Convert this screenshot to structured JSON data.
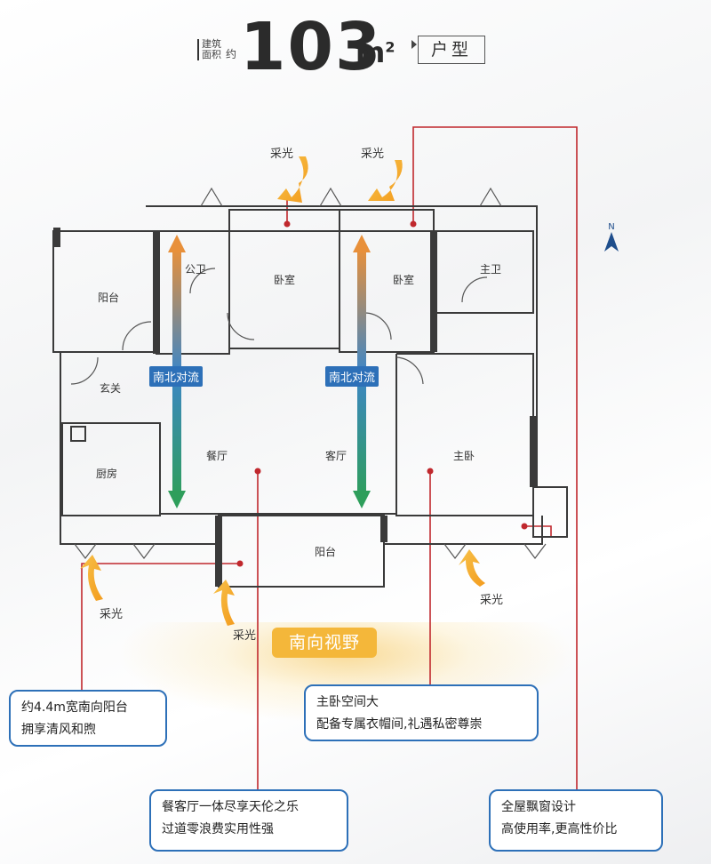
{
  "header": {
    "area_tag": "建筑面积",
    "area_prefix": "约",
    "area_number": "103",
    "area_unit": "m",
    "area_unit_sup": "2",
    "type": "户型"
  },
  "compass": {
    "letter": "N"
  },
  "rooms": {
    "balcony_west": "阳台",
    "public_bath": "公卫",
    "bedroom_2": "卧室",
    "bedroom_3": "卧室",
    "master_bath": "主卫",
    "foyer": "玄关",
    "kitchen": "厨房",
    "dining": "餐厅",
    "living": "客厅",
    "master_bedroom": "主卧",
    "balcony_south": "阳台"
  },
  "lighting": {
    "top_left": "采光",
    "top_right": "采光",
    "bottom_left": "采光",
    "bottom_middle": "采光",
    "bottom_right": "采光"
  },
  "flow": {
    "left": "南北对流",
    "right": "南北对流"
  },
  "south_view": "南向视野",
  "callouts": {
    "balcony": {
      "line1": "约4.4m宽南向阳台",
      "line2": "拥享清风和煦"
    },
    "master": {
      "line1": "主卧空间大",
      "line2": "配备专属衣帽间,礼遇私密尊崇"
    },
    "living": {
      "line1": "餐客厅一体尽享天伦之乐",
      "line2": "过道零浪费实用性强"
    },
    "window": {
      "line1": "全屋飘窗设计",
      "line2": "高使用率,更高性价比"
    }
  },
  "colors": {
    "accent_blue": "#2d70b8",
    "callout_line": "#c0282d",
    "warm": "#f4b73a",
    "flow_green": "#2e9e5b",
    "flow_orange": "#e8903a"
  }
}
